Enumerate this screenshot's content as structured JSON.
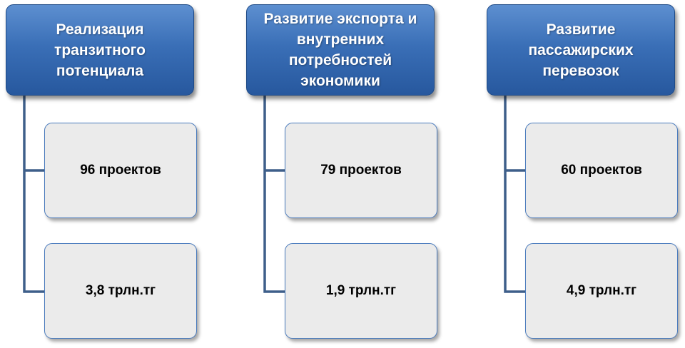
{
  "colors": {
    "header_fill": "#3a6fb7",
    "header_text": "#ffffff",
    "box_fill": "#ebebeb",
    "box_border": "#4a7bbd",
    "connector": "#3e5f8a"
  },
  "columns": [
    {
      "title": "Реализация\nтранзитного\nпотенциала",
      "projects": "96 проектов",
      "amount": "3,8 трлн.тг"
    },
    {
      "title": "Развитие экспорта и\nвнутренних\nпотребностей\nэкономики",
      "projects": "79 проектов",
      "amount": "1,9 трлн.тг"
    },
    {
      "title": "Развитие\nпассажирских\nперевозок",
      "projects": "60 проектов",
      "amount": "4,9 трлн.тг"
    }
  ]
}
